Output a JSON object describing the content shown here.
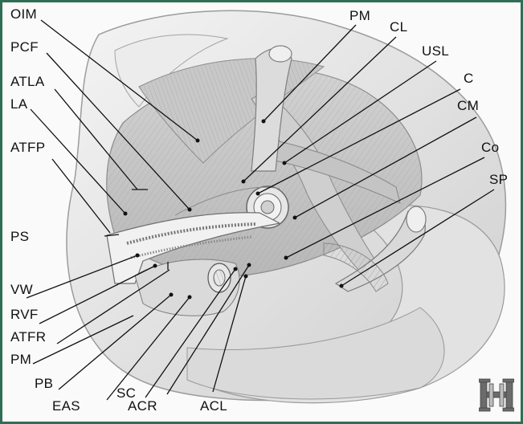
{
  "labels": {
    "OIM": "OIM",
    "PCF": "PCF",
    "ATLA": "ATLA",
    "LA": "LA",
    "ATFP": "ATFP",
    "PS": "PS",
    "VW": "VW",
    "RVF": "RVF",
    "ATFR": "ATFR",
    "PM_left": "PM",
    "PB": "PB",
    "EAS": "EAS",
    "SC": "SC",
    "ACR": "ACR",
    "ACL": "ACL",
    "PM_top": "PM",
    "CL": "CL",
    "USL": "USL",
    "C": "C",
    "CM": "CM",
    "Co": "Co",
    "SP": "SP"
  },
  "logo": {
    "name": "hh-logo-icon",
    "color": "#6b6b6b"
  },
  "frame_color": "#2f6e55"
}
